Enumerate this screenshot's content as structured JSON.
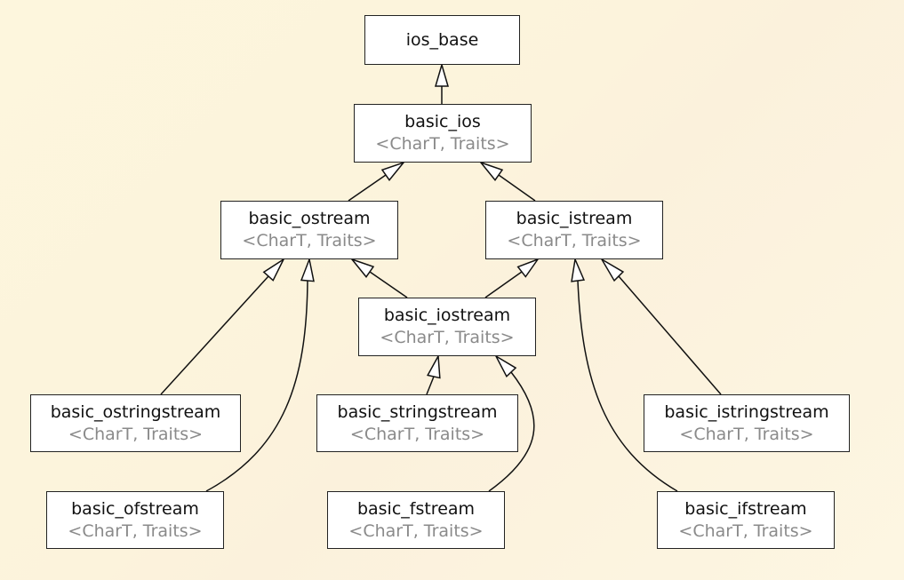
{
  "diagram": {
    "title": "iostream class hierarchy",
    "colors": {
      "background": "#fdf6dd",
      "node_fill": "#ffffff",
      "node_border": "#222222",
      "class_name_text": "#111111",
      "template_params_text": "#8a8a8a"
    },
    "nodes": [
      {
        "id": "ios_base",
        "name": "ios_base",
        "params": ""
      },
      {
        "id": "basic_ios",
        "name": "basic_ios",
        "params": "<CharT, Traits>"
      },
      {
        "id": "basic_ostream",
        "name": "basic_ostream",
        "params": "<CharT, Traits>"
      },
      {
        "id": "basic_istream",
        "name": "basic_istream",
        "params": "<CharT, Traits>"
      },
      {
        "id": "basic_iostream",
        "name": "basic_iostream",
        "params": "<CharT, Traits>"
      },
      {
        "id": "basic_ostringstream",
        "name": "basic_ostringstream",
        "params": "<CharT, Traits>"
      },
      {
        "id": "basic_stringstream",
        "name": "basic_stringstream",
        "params": "<CharT, Traits>"
      },
      {
        "id": "basic_istringstream",
        "name": "basic_istringstream",
        "params": "<CharT, Traits>"
      },
      {
        "id": "basic_ofstream",
        "name": "basic_ofstream",
        "params": "<CharT, Traits>"
      },
      {
        "id": "basic_fstream",
        "name": "basic_fstream",
        "params": "<CharT, Traits>"
      },
      {
        "id": "basic_ifstream",
        "name": "basic_ifstream",
        "params": "<CharT, Traits>"
      }
    ],
    "edges": [
      {
        "from": "basic_ios",
        "to": "ios_base",
        "type": "inheritance"
      },
      {
        "from": "basic_ostream",
        "to": "basic_ios",
        "type": "inheritance"
      },
      {
        "from": "basic_istream",
        "to": "basic_ios",
        "type": "inheritance"
      },
      {
        "from": "basic_iostream",
        "to": "basic_ostream",
        "type": "inheritance"
      },
      {
        "from": "basic_iostream",
        "to": "basic_istream",
        "type": "inheritance"
      },
      {
        "from": "basic_ostringstream",
        "to": "basic_ostream",
        "type": "inheritance"
      },
      {
        "from": "basic_ofstream",
        "to": "basic_ostream",
        "type": "inheritance"
      },
      {
        "from": "basic_stringstream",
        "to": "basic_iostream",
        "type": "inheritance"
      },
      {
        "from": "basic_fstream",
        "to": "basic_iostream",
        "type": "inheritance"
      },
      {
        "from": "basic_istringstream",
        "to": "basic_istream",
        "type": "inheritance"
      },
      {
        "from": "basic_ifstream",
        "to": "basic_istream",
        "type": "inheritance"
      }
    ]
  }
}
